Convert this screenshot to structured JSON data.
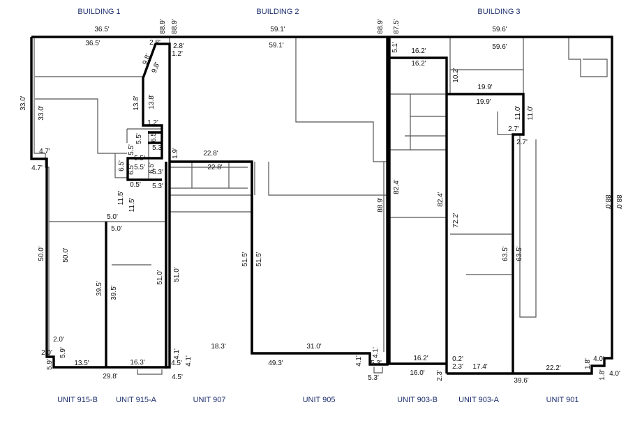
{
  "buildings": [
    "BUILDING 1",
    "BUILDING 2",
    "BUILDING 3"
  ],
  "units": [
    "UNIT 915-B",
    "UNIT 915-A",
    "UNIT 907",
    "UNIT 905",
    "UNIT 903-B",
    "UNIT 903-A",
    "UNIT 901"
  ],
  "dims": {
    "d1": "36.5'",
    "d2": "36.5'",
    "d3": "88.9'",
    "d4": "88.9'",
    "d5": "59.1'",
    "d6": "59.1'",
    "d7": "88.9'",
    "d8": "87.5'",
    "d9": "59.6'",
    "d10": "59.6'",
    "d11": "2.8'",
    "d12": "2.8'",
    "d13": "1.2'",
    "d14": "9.8'",
    "d15": "9.8'",
    "d16": "5.1'",
    "d17": "16.2'",
    "d18": "16.2'",
    "d19": "10.2'",
    "d20": "19.9'",
    "d21": "19.9'",
    "d22": "33.0'",
    "d23": "33.0'",
    "d24": "13.8'",
    "d25": "13.8'",
    "d26": "1.2'",
    "d27": "11.0'",
    "d28": "11.0'",
    "d29": "2.7'",
    "d30": "2.7'",
    "d31": "4.7'",
    "d32": "4.7'",
    "d33": "5.5'",
    "d34": "5.5'",
    "d35": "5.3'",
    "d36": "6.5'",
    "d37": "1.9'",
    "d38": "22.8'",
    "d39": "22.8'",
    "d40": "6.5'",
    "d41": "5.5'",
    "d42": "5.5'",
    "d43": "6.5'",
    "d44": "6.5'",
    "d45": "5.3'",
    "d46": "0.5'",
    "d47": "5.3'",
    "d48": "11.5'",
    "d49": "11.5'",
    "d50": "88.9'",
    "d51": "82.4'",
    "d52": "82.4'",
    "d53": "72.2'",
    "d54": "88.0'",
    "d55": "88.0'",
    "d56": "5.0'",
    "d57": "5.0'",
    "d58": "50.0'",
    "d59": "50.0'",
    "d60": "51.5'",
    "d61": "51.5'",
    "d62": "63.5'",
    "d63": "63.5'",
    "d64": "39.5'",
    "d65": "39.5'",
    "d66": "51.0'",
    "d67": "51.0'",
    "d68": "2.0'",
    "d69": "2.0'",
    "d70": "5.9'",
    "d71": "5.9'",
    "d72": "13.5'",
    "d73": "16.3'",
    "d74": "4.1'",
    "d75": "4.5'",
    "d76": "18.3'",
    "d77": "31.0'",
    "d78": "4.1'",
    "d79": "16.2'",
    "d80": "0.2'",
    "d81": "2.3'",
    "d82": "17.4'",
    "d83": "22.2'",
    "d84": "1.8'",
    "d85": "4.0'",
    "d86": "29.8'",
    "d87": "4.1'",
    "d88": "4.5'",
    "d89": "49.3'",
    "d90": "4.1'",
    "d91": "5.3'",
    "d92": "5.3'",
    "d93": "16.0'",
    "d94": "2.3'",
    "d95": "39.6'",
    "d96": "1.8'",
    "d97": "4.0'"
  }
}
